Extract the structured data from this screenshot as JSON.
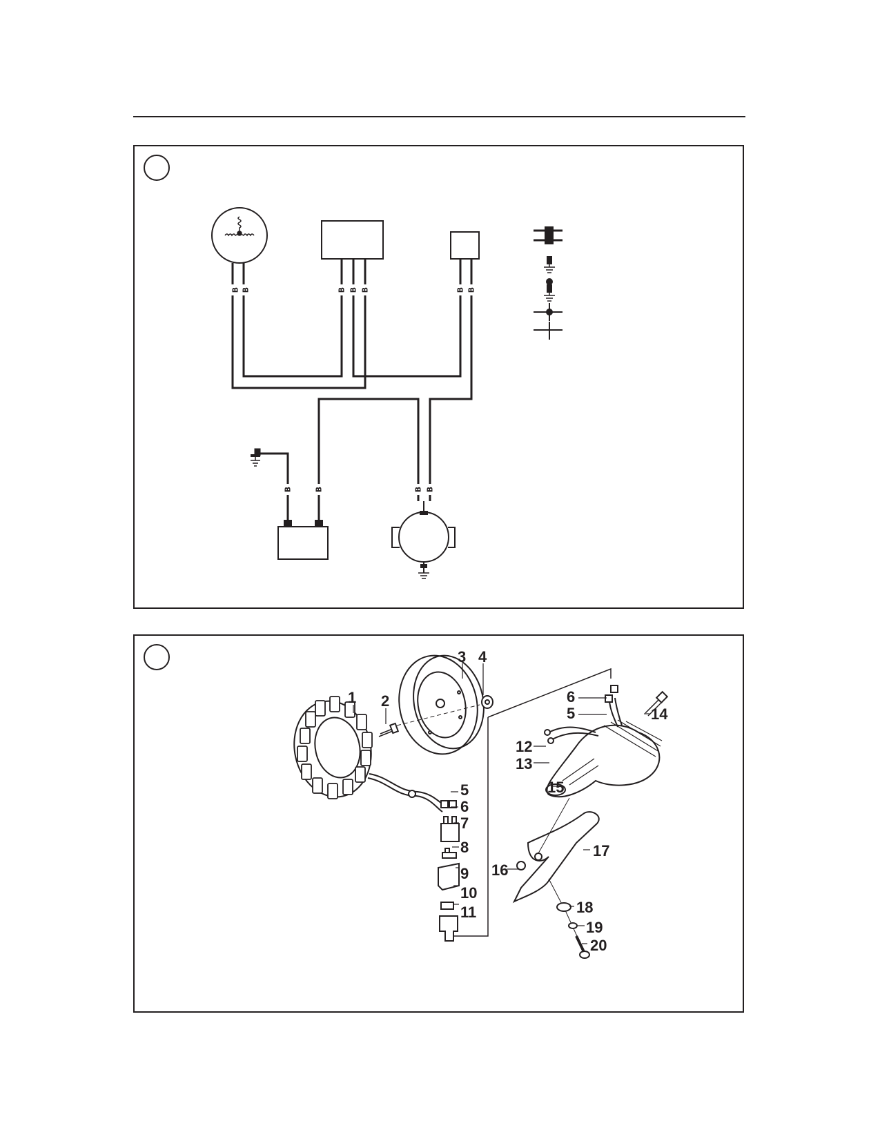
{
  "top_panel": {
    "marker": "",
    "wire_label": "B"
  },
  "bottom_panel": {
    "marker": "",
    "callouts": [
      "1",
      "2",
      "3",
      "4",
      "5",
      "6",
      "5",
      "6",
      "7",
      "8",
      "9",
      "10",
      "11",
      "12",
      "13",
      "14",
      "15",
      "16",
      "17",
      "18",
      "19",
      "20"
    ]
  },
  "colors": {
    "ink": "#231f20",
    "background": "#ffffff"
  }
}
